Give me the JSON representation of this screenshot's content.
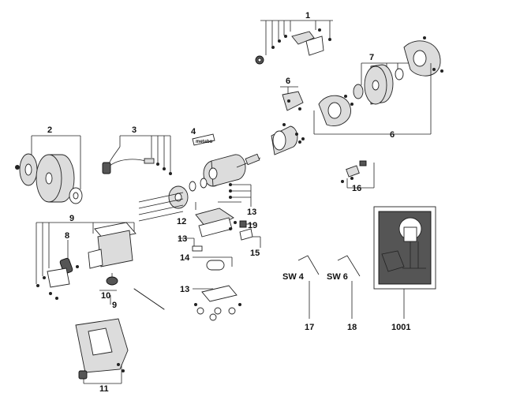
{
  "callouts": {
    "c1": "1",
    "c2": "2",
    "c3": "3",
    "c4": "4",
    "c6a": "6",
    "c6b": "6",
    "c7": "7",
    "c8": "8",
    "c9a": "9",
    "c9b": "9",
    "c10": "10",
    "c11": "11",
    "c12": "12",
    "c13a": "13",
    "c13b": "13",
    "c13c": "13",
    "c14": "14",
    "c15": "15",
    "c16": "16",
    "c17": "17",
    "c18": "18",
    "c19": "19",
    "c1001": "1001"
  },
  "wrench_labels": {
    "sw4": "SW 4",
    "sw6": "SW 6"
  },
  "brand_label": "metabo"
}
